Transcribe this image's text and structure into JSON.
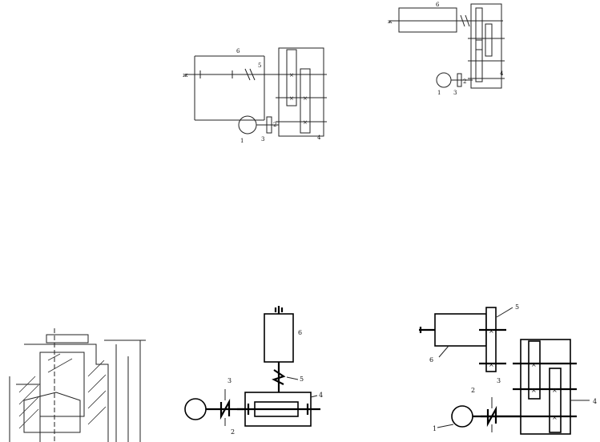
{
  "labels": {
    "d1": {
      "n1": "1",
      "n2": "2",
      "n3": "3",
      "n4": "4",
      "n5": "5",
      "n6": "6"
    },
    "d2": {
      "n1": "1",
      "n2": "2",
      "n3": "3",
      "n4": "4",
      "n6": "6"
    },
    "d3": {
      "n2": "2",
      "n3": "3",
      "n4": "4",
      "n5": "5",
      "n6": "6"
    },
    "d4": {
      "n1": "1",
      "n2": "2",
      "n3": "3",
      "n4": "4",
      "n5": "5",
      "n6": "6"
    }
  }
}
